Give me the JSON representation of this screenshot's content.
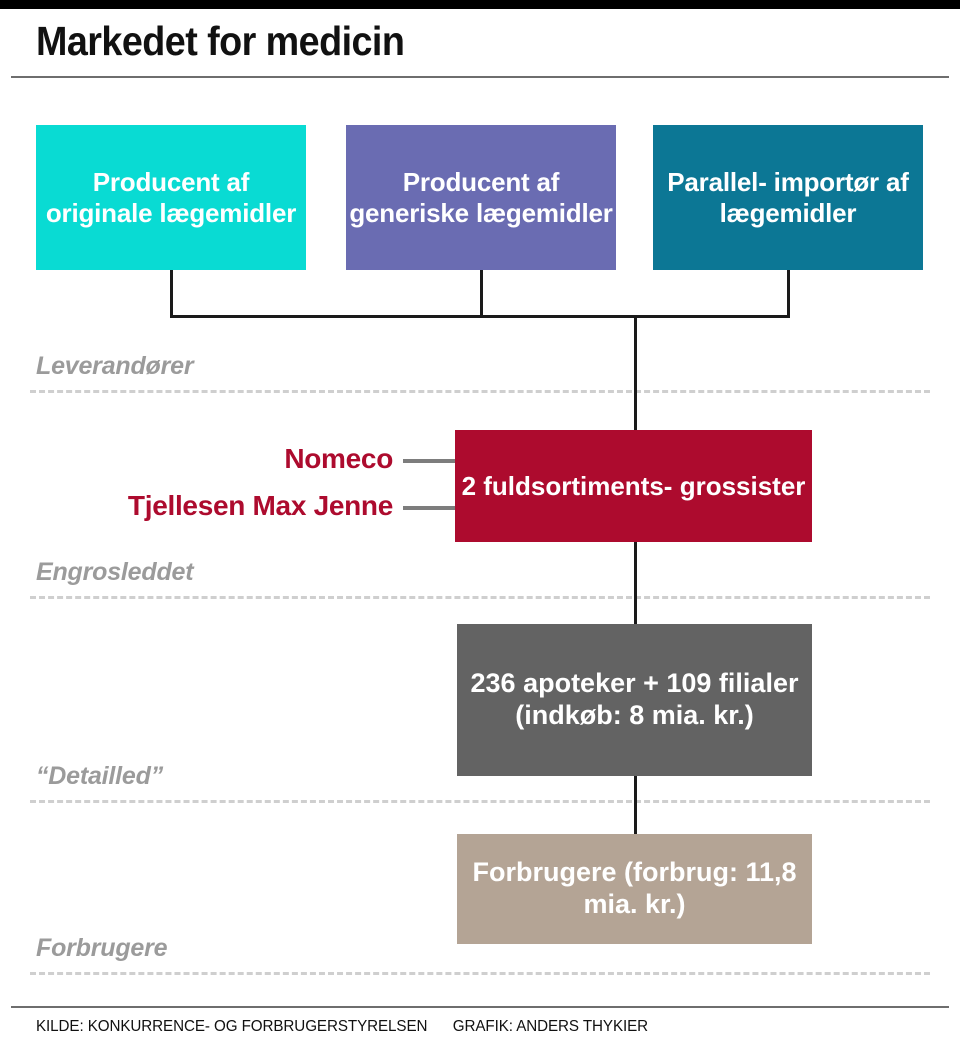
{
  "header": {
    "title": "Markedet for medicin"
  },
  "suppliers": {
    "section_label": "Leverandører",
    "boxes": [
      {
        "name": "producer-original",
        "label": "Producent af originale lægemidler",
        "color": "#09dbd3"
      },
      {
        "name": "producer-generic",
        "label": "Producent af generiske lægemidler",
        "color": "#6a6cb2"
      },
      {
        "name": "parallel-importer",
        "label": "Parallel- importør af lægemidler",
        "color": "#0c7795"
      }
    ]
  },
  "wholesale": {
    "section_label": "Engrosleddet",
    "box_label": "2 fuldsortiments- grossister",
    "box_color": "#ad0b2e",
    "names": [
      {
        "name": "nomeco",
        "label": "Nomeco"
      },
      {
        "name": "tjellesen-max-jenne",
        "label": "Tjellesen Max Jenne"
      }
    ]
  },
  "retail": {
    "section_label": "“Detailled”",
    "box_label": "236 apoteker + 109 filialer (indkøb: 8 mia. kr.)",
    "box_color": "#636363"
  },
  "consumers": {
    "section_label": "Forbrugere",
    "box_label": "Forbrugere (forbrug: 11,8 mia. kr.)",
    "box_color": "#b4a495"
  },
  "footer": {
    "source": "KILDE: KONKURRENCE- OG FORBRUGERSTYRELSEN",
    "credit": "GRAFIK: ANDERS THYKIER"
  },
  "chart_data": {
    "type": "diagram",
    "title": "Markedet for medicin",
    "description": "Flowchart of the Danish medicine market value chain from suppliers through wholesalers and pharmacies to consumers.",
    "tiers": [
      {
        "tier": "Leverandører",
        "nodes": [
          "Producent af originale lægemidler",
          "Producent af generiske lægemidler",
          "Parallel-importør af lægemidler"
        ]
      },
      {
        "tier": "Engrosleddet",
        "nodes": [
          "2 fuldsortiments-grossister"
        ],
        "annotations": [
          "Nomeco",
          "Tjellesen Max Jenne"
        ],
        "count": 2
      },
      {
        "tier": "“Detailled”",
        "nodes": [
          "236 apoteker + 109 filialer (indkøb: 8 mia. kr.)"
        ],
        "pharmacies": 236,
        "branches": 109,
        "purchase_bn_dkk": 8
      },
      {
        "tier": "Forbrugere",
        "nodes": [
          "Forbrugere (forbrug: 11,8 mia. kr.)"
        ],
        "consumption_bn_dkk": 11.8
      }
    ],
    "edges": [
      {
        "from": "Producent af originale lægemidler",
        "to": "2 fuldsortiments-grossister"
      },
      {
        "from": "Producent af generiske lægemidler",
        "to": "2 fuldsortiments-grossister"
      },
      {
        "from": "Parallel-importør af lægemidler",
        "to": "2 fuldsortiments-grossister"
      },
      {
        "from": "2 fuldsortiments-grossister",
        "to": "236 apoteker + 109 filialer"
      },
      {
        "from": "236 apoteker + 109 filialer",
        "to": "Forbrugere"
      }
    ]
  }
}
